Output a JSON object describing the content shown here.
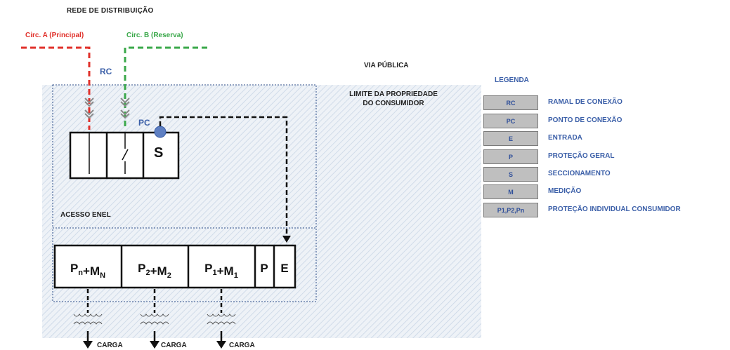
{
  "title": "REDE DE DISTRIBUIÇÃO",
  "circuit_a": "Circ. A (Principal)",
  "circuit_b": "Circ. B (Reserva)",
  "rc_label": "RC",
  "via_publica": "VIA PÚBLICA",
  "limite": "LIMITE DA PROPRIEDADE DO CONSUMIDOR",
  "pc_label": "PC",
  "acesso": "ACESSO ENEL",
  "switch_box": {
    "s_label": "S"
  },
  "lower_boxes": [
    {
      "main": "P",
      "sub": "n",
      "plus": "+M",
      "sub2": "N"
    },
    {
      "main": "P",
      "sub": "2",
      "plus": "+M",
      "sub2": "2"
    },
    {
      "main": "P",
      "sub": "1",
      "plus": "+M",
      "sub2": "1"
    },
    {
      "main": "P",
      "sub": "",
      "plus": "",
      "sub2": ""
    },
    {
      "main": "E",
      "sub": "",
      "plus": "",
      "sub2": ""
    }
  ],
  "carga_label": "CARGA",
  "legend": {
    "title": "LEGENDA",
    "items": [
      {
        "code": "RC",
        "desc": "RAMAL DE CONEXÃO"
      },
      {
        "code": "PC",
        "desc": "PONTO DE CONEXÃO"
      },
      {
        "code": "E",
        "desc": "ENTRADA"
      },
      {
        "code": "P",
        "desc": "PROTEÇÃO GERAL"
      },
      {
        "code": "S",
        "desc": "SECCIONAMENTO"
      },
      {
        "code": "M",
        "desc": "MEDIÇÃO"
      },
      {
        "code": "P1,P2,Pn",
        "desc": "PROTEÇÃO INDIVIDUAL  CONSUMIDOR"
      }
    ]
  },
  "colors": {
    "circuit_a": "#e0302a",
    "circuit_b": "#3aa84a",
    "accent_blue": "#3b5fa8",
    "hatch": "#c9d6e6",
    "legend_box": "#bfbfbf"
  }
}
